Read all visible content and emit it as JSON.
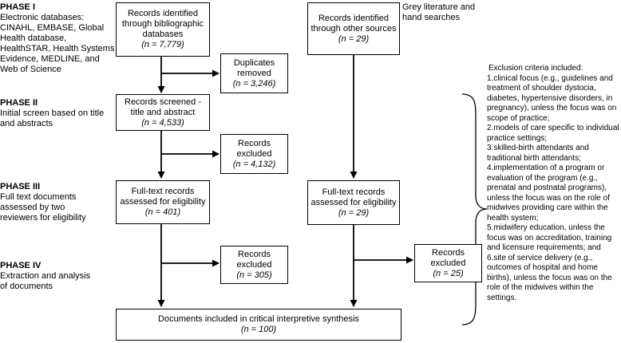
{
  "phases": [
    {
      "title": "PHASE I",
      "desc": "Electronic databases: CINAHL, EMBASE, Global Health database, HealthSTAR, Health Systems Evidence, MEDLINE, and Web of Science"
    },
    {
      "title": "PHASE II",
      "desc": "Initial screen based on title and abstracts"
    },
    {
      "title": "PHASE III",
      "desc": "Full text documents assessed by two reviewers for eligibility"
    },
    {
      "title": "PHASE IV",
      "desc": "Extraction and analysis of documents"
    }
  ],
  "boxes": {
    "records_db": {
      "label": "Records identified through bibliographic databases",
      "n": "(n = 7,779)"
    },
    "duplicates": {
      "label": "Duplicates removed",
      "n": "(n = 3,246)"
    },
    "records_other": {
      "label": "Records identified through other sources",
      "n": "(n = 29)"
    },
    "screened": {
      "label": "Records screened - title and abstract",
      "n": "(n = 4,533)"
    },
    "excluded_1": {
      "label": "Records excluded",
      "n": "(n = 4,132)"
    },
    "fulltext_left": {
      "label": "Full-text records assessed for eligibility",
      "n": "(n = 401)"
    },
    "excluded_2": {
      "label": "Records excluded",
      "n": "(n = 305)"
    },
    "fulltext_right": {
      "label": "Full-text records assessed for eligibility",
      "n": "(n = 29)"
    },
    "excluded_3": {
      "label": "Records excluded",
      "n": "(n = 25)"
    },
    "included": {
      "label": "Documents included in critical interpretive synthesis",
      "n": "(n = 100)"
    }
  },
  "grey_note": "Grey literature and hand searches",
  "exclusion": {
    "title": "Exclusion criteria included:",
    "items": [
      "1.clinical focus (e.g., guidelines and treatment of shoulder dystocia, diabetes, hypertensive disorders, in pregnancy), unless the focus was on scope of practice;",
      "2.models of care specific to individual practice settings;",
      "3.skilled-birth attendants and traditional birth attendants;",
      "4.implementation of a program or evaluation of the program (e.g., prenatal and postnatal programs), unless the focus was on the role of midwives providing care within the health system;",
      "5.midwifery education, unless the focus was on accreditation, training and licensure requirements; and",
      "6.site of service delivery (e.g., outcomes of hospital and home births), unless the focus was on the role of the midwives within the settings."
    ]
  }
}
